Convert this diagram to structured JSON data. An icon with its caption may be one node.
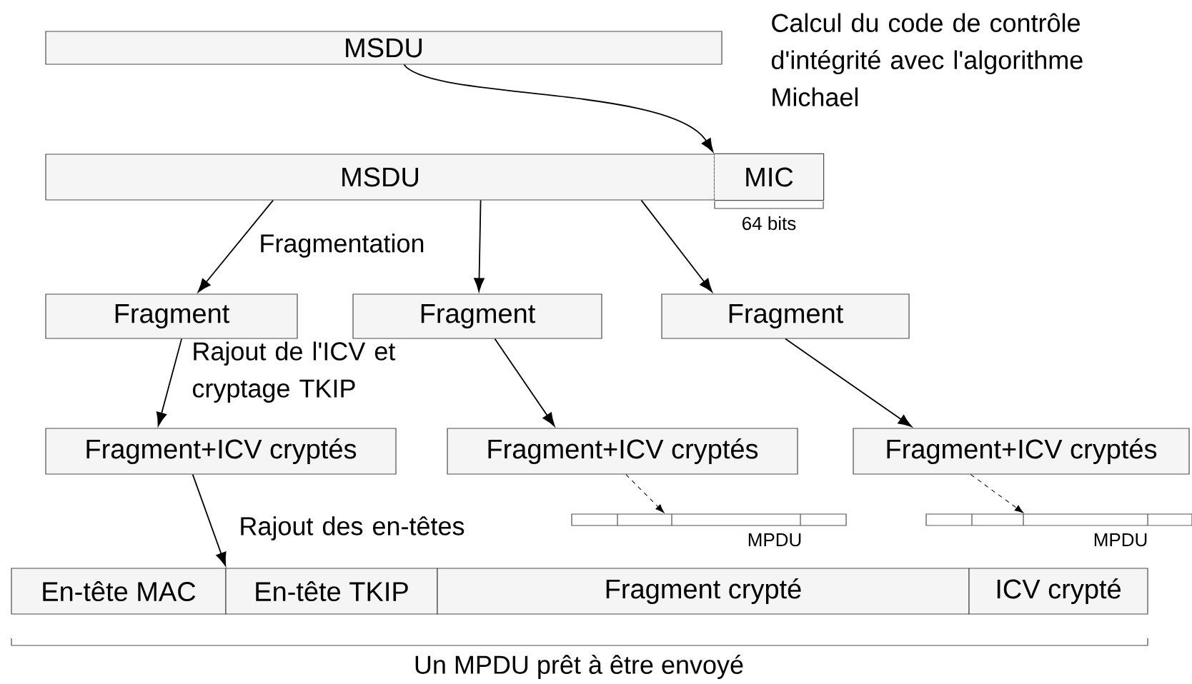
{
  "diagram": {
    "nodes": [
      {
        "text": [
          "MSDU"
        ]
      },
      {
        "text": [
          "MSDU"
        ]
      },
      {
        "text": [
          "MIC"
        ]
      },
      {
        "text": [
          "Fragment"
        ]
      },
      {
        "text": [
          "Fragment"
        ]
      },
      {
        "text": [
          "Fragment"
        ]
      },
      {
        "text": [
          "Fragment+ICV cryptés"
        ]
      },
      {
        "text": [
          "Fragment+ICV cryptés"
        ]
      },
      {
        "text": [
          "Fragment+ICV cryptés"
        ]
      },
      {
        "text": [],
        "shape": "bar",
        "beside": [
          "MPDU"
        ]
      },
      {
        "text": [],
        "shape": "bar",
        "beside": [
          "MPDU"
        ]
      },
      {
        "text": [
          "En-tête MAC"
        ]
      },
      {
        "text": [
          "En-tête TKIP"
        ]
      },
      {
        "text": [
          "Fragment crypté"
        ]
      },
      {
        "text": [
          "ICV crypté"
        ]
      }
    ],
    "edges": [
      {
        "from": 0,
        "to": 2,
        "arrow": "to",
        "label": "Calcul du code de contrôle d'intégrité avec l'algorithme Michael"
      },
      {
        "from": 1,
        "to": 3,
        "arrow": "to"
      },
      {
        "from": 1,
        "to": 4,
        "arrow": "to"
      },
      {
        "from": 1,
        "to": 5,
        "arrow": "to"
      },
      {
        "from": 3,
        "to": 6,
        "arrow": "to",
        "label": "Rajout de l'ICV et cryptage TKIP"
      },
      {
        "from": 4,
        "to": 7,
        "arrow": "to"
      },
      {
        "from": 5,
        "to": 8,
        "arrow": "to"
      },
      {
        "from": 6,
        "to": 11,
        "arrow": "to",
        "label": "Rajout des en-têtes"
      },
      {
        "from": 7,
        "to": 9,
        "arrow": "to",
        "style": "dashed"
      },
      {
        "from": 8,
        "to": 10,
        "arrow": "to",
        "style": "dashed"
      }
    ],
    "labels": [
      "64 bits",
      "Fragmentation",
      "Un MPDU prêt à être envoyé"
    ]
  }
}
